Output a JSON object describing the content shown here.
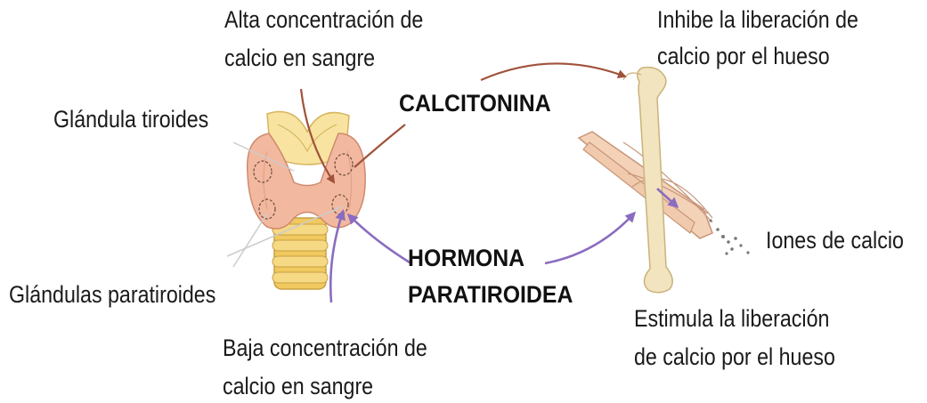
{
  "labels": {
    "high_calcium_line1": "Alta concentración de",
    "high_calcium_line2": "calcio en sangre",
    "thyroid": "Glándula tiroides",
    "parathyroids": "Glándulas paratiroides",
    "low_calcium_line1": "Baja concentración de",
    "low_calcium_line2": "calcio en sangre",
    "calcitonin": "CALCITONINA",
    "pth_line1": "HORMONA",
    "pth_line2": "PARATIROIDEA",
    "inhibits_line1": "Inhibe la liberación de",
    "inhibits_line2": "calcio por el hueso",
    "stimulates_line1": "Estimula la liberación",
    "stimulates_line2": "de calcio por el hueso",
    "calcium_ions": "Iones de calcio"
  },
  "colors": {
    "calcitonin_arrow": "#a0523a",
    "pth_arrow": "#8a6cc0",
    "thyroid_fill": "#f2b9a0",
    "cartilage": "#f5d77a",
    "bone": "#f3e4c0"
  }
}
